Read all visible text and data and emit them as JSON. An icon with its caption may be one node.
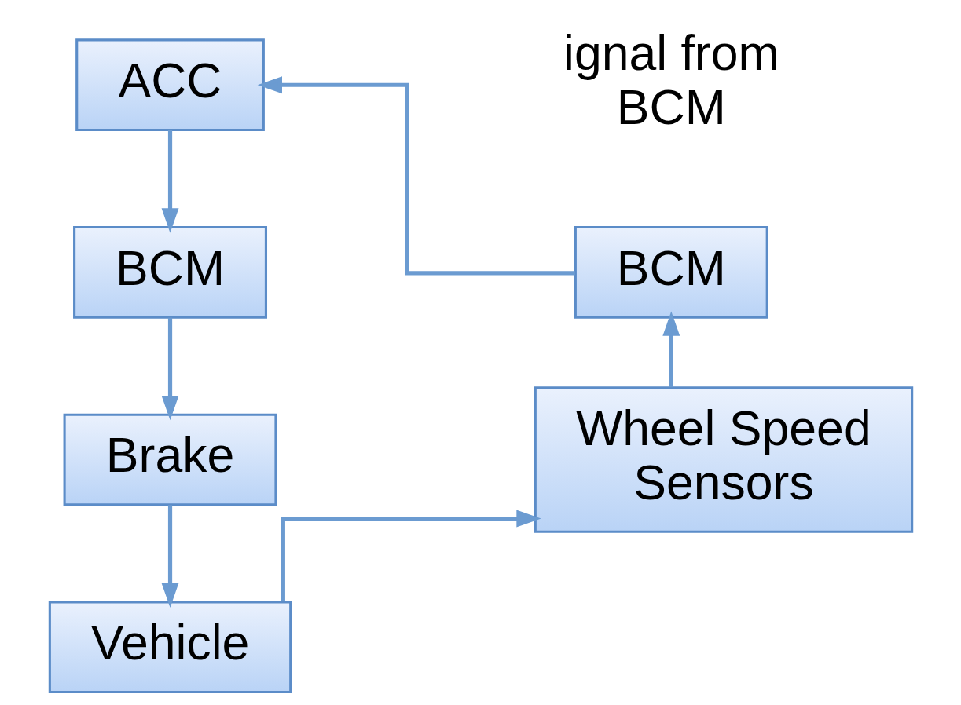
{
  "diagram": {
    "nodes": [
      {
        "text": [
          "ACC"
        ]
      },
      {
        "text": [
          "BCM"
        ]
      },
      {
        "text": [
          "Brake"
        ]
      },
      {
        "text": [
          "Vehicle"
        ]
      },
      {
        "text": [
          "Wheel Speed Sensors"
        ]
      },
      {
        "text": [
          "BCM"
        ]
      }
    ],
    "edges": [
      {
        "from": 0,
        "to": 1,
        "arrow": "to"
      },
      {
        "from": 1,
        "to": 2,
        "arrow": "to"
      },
      {
        "from": 2,
        "to": 3,
        "arrow": "to"
      },
      {
        "from": 3,
        "to": 4,
        "arrow": "to"
      },
      {
        "from": 4,
        "to": 5,
        "arrow": "to"
      },
      {
        "from": 5,
        "to": 0,
        "arrow": "to"
      }
    ],
    "labels": [
      "ignal from BCM"
    ]
  }
}
